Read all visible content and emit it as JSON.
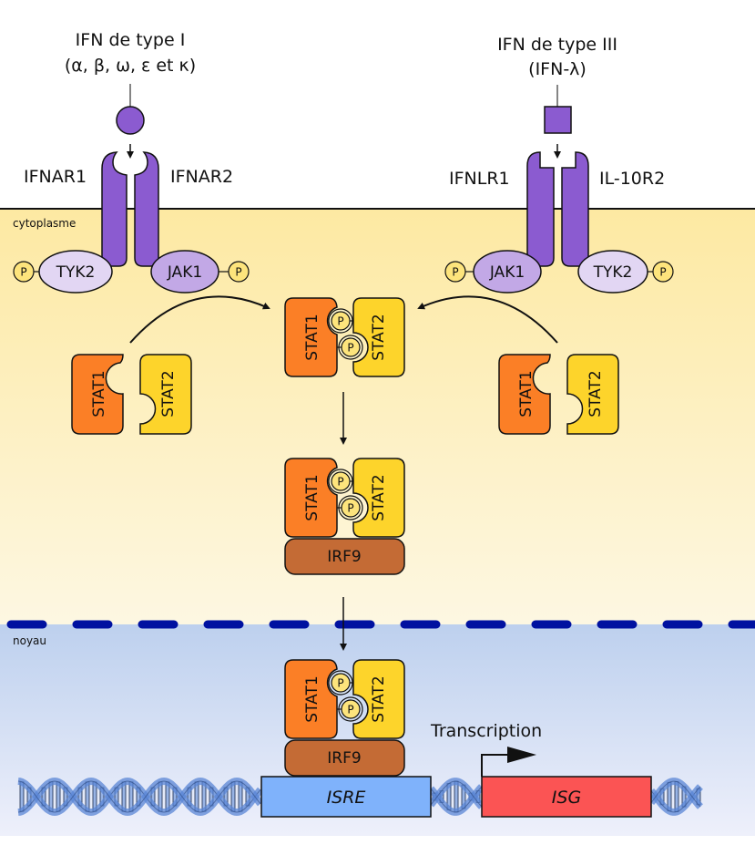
{
  "ligands": {
    "type1": {
      "line1": "IFN de type I",
      "line2": "(α, β, ω, ε et κ)"
    },
    "type3": {
      "line1": "IFN de type III",
      "line2": "(IFN-λ)"
    }
  },
  "receptors": {
    "left_a": "IFNAR1",
    "left_b": "IFNAR2",
    "right_a": "IFNLR1",
    "right_b": "IL-10R2"
  },
  "regions": {
    "cytoplasm": "cytoplasme",
    "nucleus": "noyau"
  },
  "kinases": {
    "tyk2": "TYK2",
    "jak1": "JAK1",
    "phospho": "P"
  },
  "stats": {
    "stat1": "STAT1",
    "stat2": "STAT2",
    "irf9": "IRF9"
  },
  "dna": {
    "isre": "ISRE",
    "isg": "ISG",
    "transcription": "Transcription"
  },
  "colors": {
    "receptor": "#8b5bd0",
    "tyk2": "#e2d6f3",
    "jak1": "#c2a8e6",
    "phospho": "#fde47c",
    "stat1": "#fb7f26",
    "stat2": "#fdd42b",
    "irf9": "#c46b35",
    "isre": "#7fb2fb",
    "isg": "#fb5454",
    "nuclear_envelope": "#0011a0",
    "dna": "#5a86d6"
  }
}
